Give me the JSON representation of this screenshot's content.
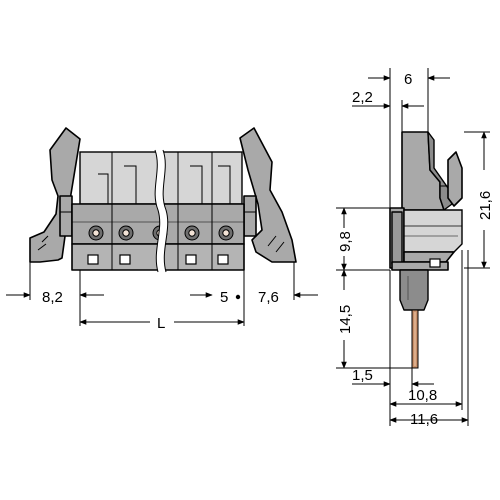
{
  "front_view": {
    "dims": {
      "left_margin": "8,2",
      "pitch": "5",
      "right_margin": "7,6",
      "length": "L"
    }
  },
  "side_view": {
    "dims": {
      "top_offset": "2,2",
      "top_width": "6",
      "total_height": "21,6",
      "body_height": "9,8",
      "pin_length": "14,5",
      "pin_offset": "1,5",
      "depth_inner": "10,8",
      "depth_outer": "11,6"
    }
  },
  "colors": {
    "housing": "#a9a9a9",
    "housing_dark": "#8c8c8c",
    "pin": "#c8906a",
    "contact": "#f3e3d6"
  }
}
